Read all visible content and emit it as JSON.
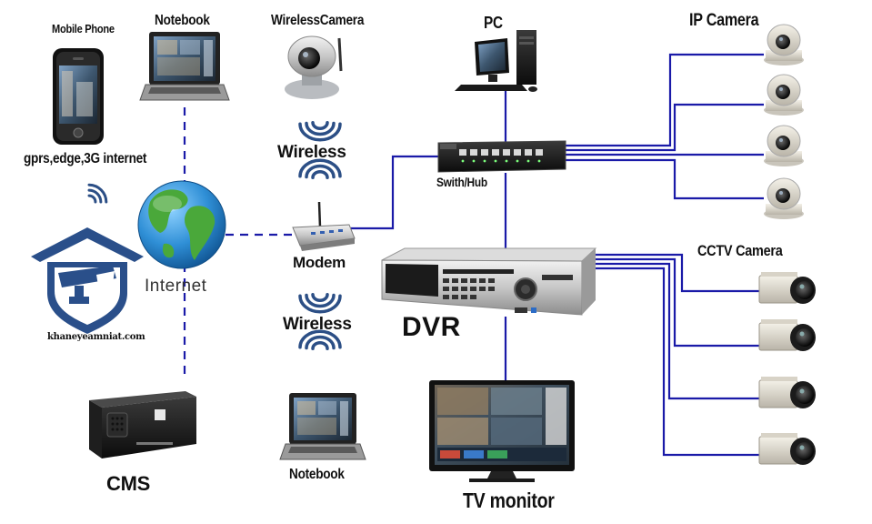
{
  "labels": {
    "mobile_phone": "Mobile Phone",
    "notebook_top": "Notebook",
    "wireless_camera": "WirelessCamera",
    "pc": "PC",
    "ip_camera": "IP Camera",
    "gprs": "gprs,edge,3G internet",
    "wireless_top": "Wireless",
    "switch_hub": "Swith/Hub",
    "internet": "Internet",
    "modem": "Modem",
    "wireless_bottom": "Wireless",
    "cctv_camera": "CCTV Camera",
    "dvr": "DVR",
    "website": "khaneyeamniat.com",
    "cms": "CMS",
    "notebook_bottom": "Notebook",
    "tv_monitor": "TV monitor"
  },
  "icons": {
    "mobile": "mobile-phone-icon",
    "notebook": "notebook-icon",
    "wireless_camera": "wireless-camera-icon",
    "pc": "desktop-pc-icon",
    "ip_camera": "dome-ip-camera-icon",
    "switch": "network-switch-icon",
    "globe": "internet-globe-icon",
    "modem": "wireless-router-icon",
    "wifi": "wireless-signal-icon",
    "dvr": "dvr-recorder-icon",
    "cms": "cms-server-icon",
    "cctv": "bullet-cctv-camera-icon",
    "tv": "tv-monitor-icon",
    "logo": "security-house-logo"
  },
  "colors": {
    "connection_line": "#1a1aa8",
    "logo_blue": "#2a4f8a",
    "globe_ocean": "#2f8fd6",
    "globe_land": "#4aa83a"
  }
}
